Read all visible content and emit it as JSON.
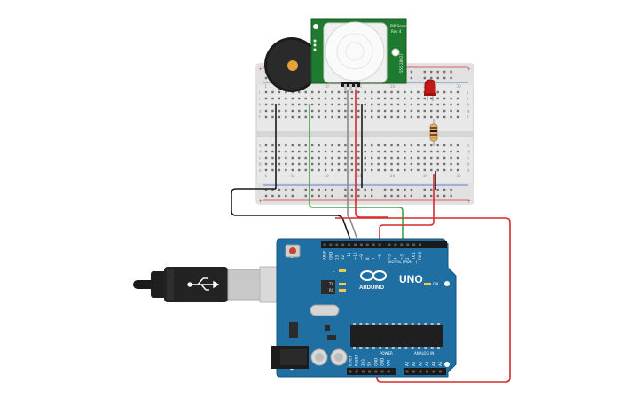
{
  "diagram": {
    "arduino": {
      "brand_text": "ARDUINO",
      "model_text": "UNO",
      "digital_label": "DIGITAL (PWM~)",
      "power_label": "POWER",
      "analog_label": "ANALOG IN",
      "aref_label": "AREF",
      "gnd_label": "GND",
      "on_label": "ON",
      "tx_label": "TX",
      "rx_label": "RX",
      "l_label": "L",
      "digital_pins": [
        "13",
        "12",
        "~11",
        "~10",
        "~9",
        "8",
        "7",
        "~6",
        "~5",
        "4",
        "~3",
        "2",
        "TX 1",
        "RX 0"
      ],
      "power_pins": [
        "IOREF",
        "RESET",
        "3V3",
        "5V",
        "GND",
        "GND",
        "VIN"
      ],
      "analog_pins": [
        "A0",
        "A1",
        "A2",
        "A3",
        "A4",
        "A5"
      ]
    },
    "pir_sensor": {
      "label_lines": [
        "PIR Sensor",
        "Rev 4"
      ],
      "side_text": "555-28027"
    },
    "breadboard": {
      "column_numbers": [
        "1",
        "5",
        "10",
        "15",
        "20",
        "25",
        "30"
      ],
      "row_letters_top": [
        "j",
        "i",
        "h",
        "g",
        "f"
      ],
      "row_letters_bottom": [
        "e",
        "d",
        "c",
        "b",
        "a"
      ]
    },
    "components": [
      "piezo-buzzer",
      "pir-sensor",
      "red-led",
      "resistor",
      "usb-cable",
      "breadboard",
      "arduino-uno"
    ],
    "colors": {
      "board": "#1f6fa3",
      "board_dark": "#16557f",
      "breadboard": "#e9e9e9",
      "pir_pcb": "#1e7a2e",
      "wire_red": "#d62b2b",
      "wire_green": "#3aa845",
      "wire_black": "#1a1a1a",
      "wire_gray": "#8c8c8c"
    }
  }
}
